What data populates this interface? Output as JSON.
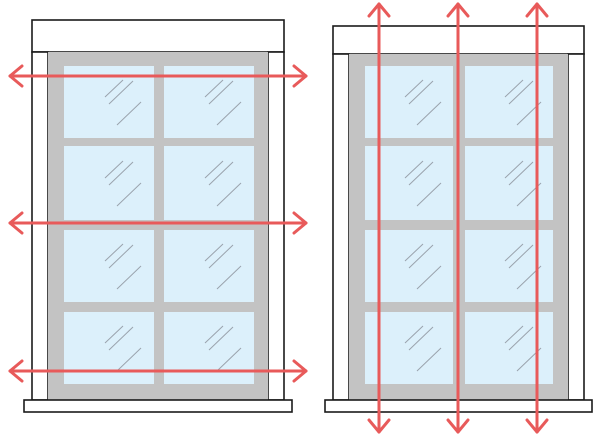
{
  "colors": {
    "background": "#ffffff",
    "frame_fill": "#ffffff",
    "frame_stroke": "#1a1a1a",
    "sash": "#c3c3c3",
    "glass": "#dcf0fb",
    "glare": "#9aa3ad",
    "arrow": "#e85a5a"
  },
  "windows": [
    {
      "id": "left-window",
      "panes": {
        "columns": 2,
        "rows": 4
      },
      "measurement": "width",
      "arrow_count": 3,
      "arrow_icon": "double-headed-horizontal-arrow-icon"
    },
    {
      "id": "right-window",
      "panes": {
        "columns": 2,
        "rows": 4
      },
      "measurement": "height",
      "arrow_count": 3,
      "arrow_icon": "double-headed-vertical-arrow-icon"
    }
  ]
}
